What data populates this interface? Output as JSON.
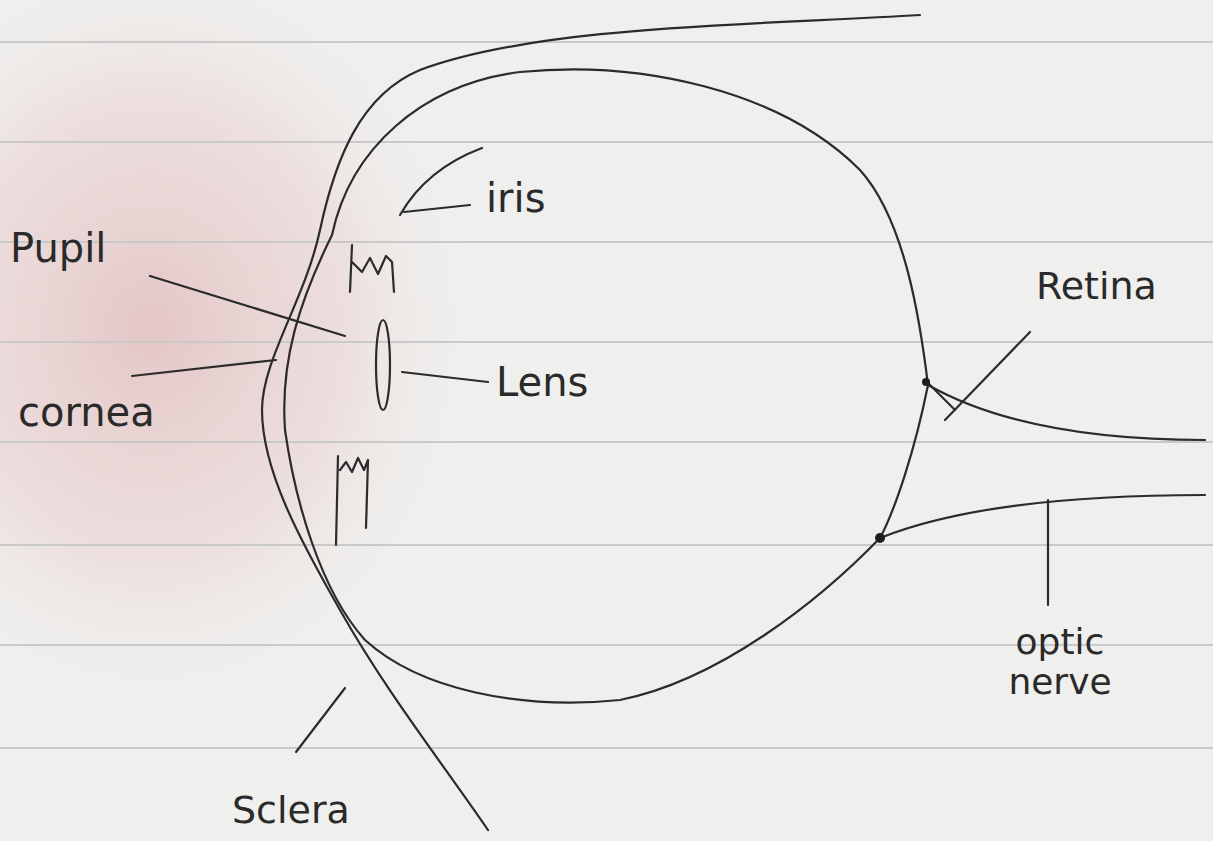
{
  "diagram": {
    "labels": [
      "Pupil",
      "iris",
      "Lens",
      "cornea",
      "Retina",
      "optic nerve",
      "Sclera"
    ]
  }
}
